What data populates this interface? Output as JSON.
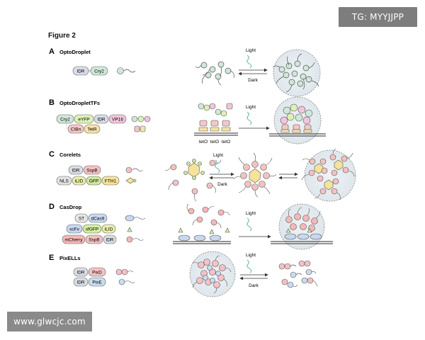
{
  "figure_title": "Figure 2",
  "watermarks": {
    "tg": "TG: MYYJJPP",
    "url": "www.glwcjc.com"
  },
  "panels": [
    {
      "letter": "A",
      "title": "OptoDroplet",
      "arrow_top": "Light",
      "arrow_bottom": "Dark",
      "constructs": [
        [
          "IDR",
          "Cry2"
        ]
      ]
    },
    {
      "letter": "B",
      "title": "OptoDropletTFs",
      "arrow_top": "Light",
      "arrow_bottom": "",
      "constructs": [
        [
          "Cry2",
          "eYFP",
          "IDR",
          "VP16"
        ],
        [
          "CIBn",
          "TetR"
        ]
      ],
      "sites": [
        "tetO",
        "tetO",
        "tetO"
      ]
    },
    {
      "letter": "C",
      "title": "Corelets",
      "arrow_top": "Light",
      "arrow_bottom": "Dark",
      "constructs": [
        [
          "IDR",
          "SspB"
        ],
        [
          "NLS",
          "iLID",
          "GFP",
          "FTH1"
        ]
      ]
    },
    {
      "letter": "D",
      "title": "CasDrop",
      "arrow_top": "Light",
      "arrow_bottom": "",
      "constructs": [
        [
          "ST",
          "dCas9"
        ],
        [
          "scFv",
          "sfGFP",
          "iLID"
        ],
        [
          "mCherry",
          "SspB",
          "IDR"
        ]
      ]
    },
    {
      "letter": "E",
      "title": "PixELLs",
      "arrow_top": "Light",
      "arrow_bottom": "Dark",
      "constructs": [
        [
          "IDR",
          "PixD"
        ],
        [
          "IDR",
          "PixE"
        ]
      ]
    }
  ],
  "colors": {
    "idr": "#d9dde6",
    "cry2": "#cfe8d8",
    "eyfp": "#dff0b6",
    "vp16": "#f1c6dc",
    "cibn": "#f4c7c7",
    "tetr": "#f6e3a8",
    "sspb": "#f3c1c1",
    "nls": "#e3e3e3",
    "ilid": "#e9efaa",
    "gfp": "#cfe89a",
    "fth1": "#f6e39a",
    "st": "#e6e6e6",
    "dcas9": "#c9d8ee",
    "scfv": "#c8d6f1",
    "sfgfp": "#d4ee9f",
    "mcherry": "#f5b7b7",
    "pixd": "#f3c1c6",
    "pixe": "#c9dcef",
    "droplet": "#e7eef3"
  }
}
